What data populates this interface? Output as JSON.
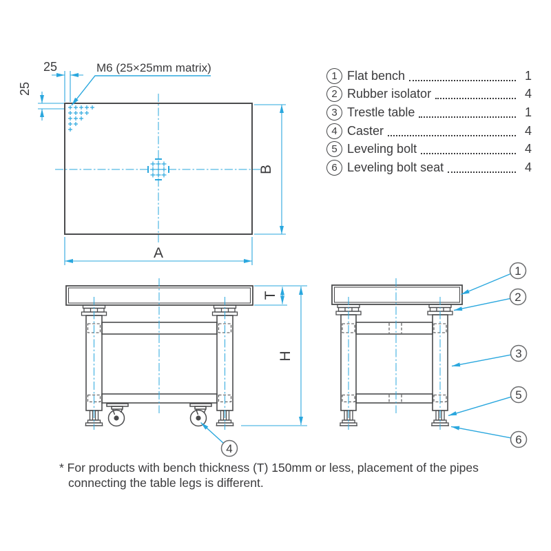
{
  "colors": {
    "accent_cyan": "#2aa7de",
    "line_dark": "#4a4b4d",
    "text": "#3a3a3c"
  },
  "top_view": {
    "pitch_x_label": "25",
    "pitch_y_label": "25",
    "matrix_note": "M6 (25×25mm matrix)",
    "width_label": "A",
    "depth_label": "B"
  },
  "front_view": {
    "thickness_label": "T",
    "height_label": "H",
    "caster_callout": "4"
  },
  "side_view": {
    "callout_flat_bench": "1",
    "callout_rubber_isolator": "2",
    "callout_trestle_table": "3",
    "callout_leveling_bolt": "5",
    "callout_leveling_bolt_seat": "6"
  },
  "parts_list": {
    "items": [
      {
        "num": "1",
        "label": "Flat bench",
        "qty": "1"
      },
      {
        "num": "2",
        "label": "Rubber isolator",
        "qty": "4"
      },
      {
        "num": "3",
        "label": "Trestle table",
        "qty": "1"
      },
      {
        "num": "4",
        "label": "Caster",
        "qty": "4"
      },
      {
        "num": "5",
        "label": "Leveling bolt",
        "qty": "4"
      },
      {
        "num": "6",
        "label": "Leveling bolt seat",
        "qty": "4"
      }
    ]
  },
  "footnote": {
    "line1": "* For products with bench thickness (T) 150mm or less, placement of the pipes",
    "line2": "connecting the table legs is different."
  }
}
